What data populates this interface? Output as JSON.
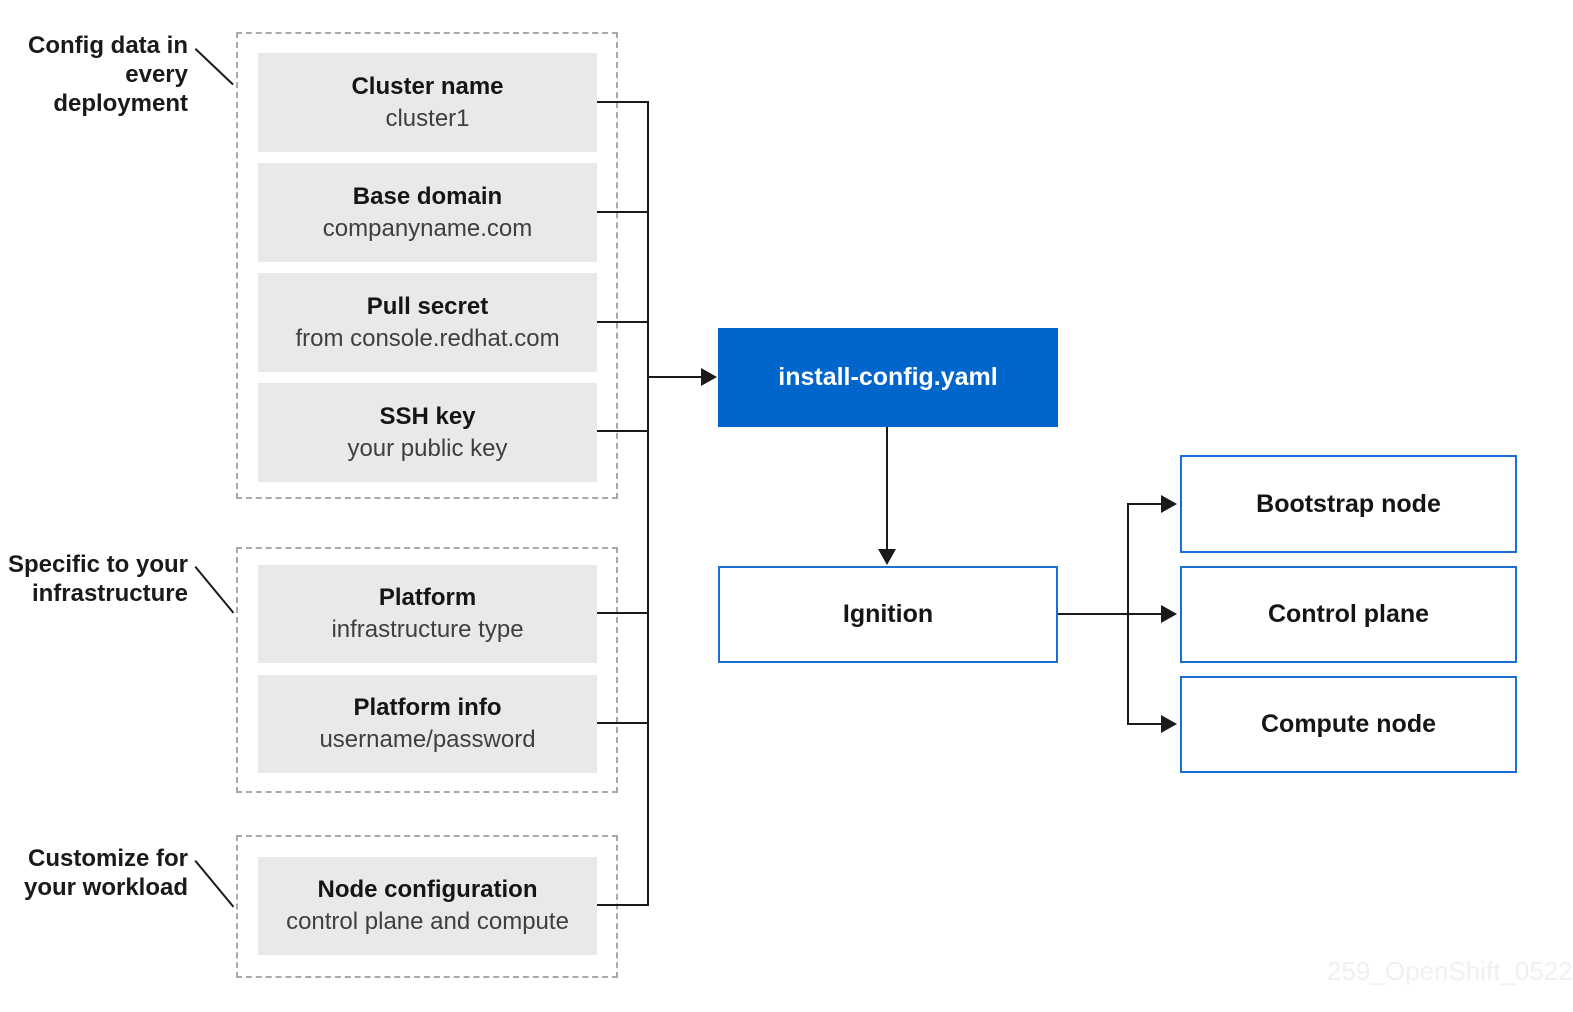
{
  "colors": {
    "accent_blue": "#0066cc",
    "outline_blue": "#1a6fd4",
    "item_gray": "#e9e9e9",
    "dashed_border_gray": "#a9a9a9",
    "line_black": "#1a1a1a",
    "title_text": "#151515",
    "subtitle_text": "#3f3f3f",
    "watermark_gray": "#f0f0f1"
  },
  "annotations": [
    {
      "lines": [
        "Config data in",
        "every deployment"
      ]
    },
    {
      "lines": [
        "Specific to your",
        "infrastructure"
      ]
    },
    {
      "lines": [
        "Customize for",
        "your workload"
      ]
    }
  ],
  "groups": [
    {
      "items": [
        {
          "title": "Cluster name",
          "subtitle": "cluster1"
        },
        {
          "title": "Base domain",
          "subtitle": "companyname.com"
        },
        {
          "title": "Pull secret",
          "subtitle": "from console.redhat.com"
        },
        {
          "title": "SSH key",
          "subtitle": "your public key"
        }
      ]
    },
    {
      "items": [
        {
          "title": "Platform",
          "subtitle": "infrastructure type"
        },
        {
          "title": "Platform info",
          "subtitle": "username/password"
        }
      ]
    },
    {
      "items": [
        {
          "title": "Node configuration",
          "subtitle": "control plane and compute"
        }
      ]
    }
  ],
  "install_config": {
    "label": "install-config.yaml"
  },
  "ignition": {
    "label": "Ignition"
  },
  "nodes": [
    {
      "label": "Bootstrap node"
    },
    {
      "label": "Control plane"
    },
    {
      "label": "Compute node"
    }
  ],
  "watermark": "259_OpenShift_0522"
}
